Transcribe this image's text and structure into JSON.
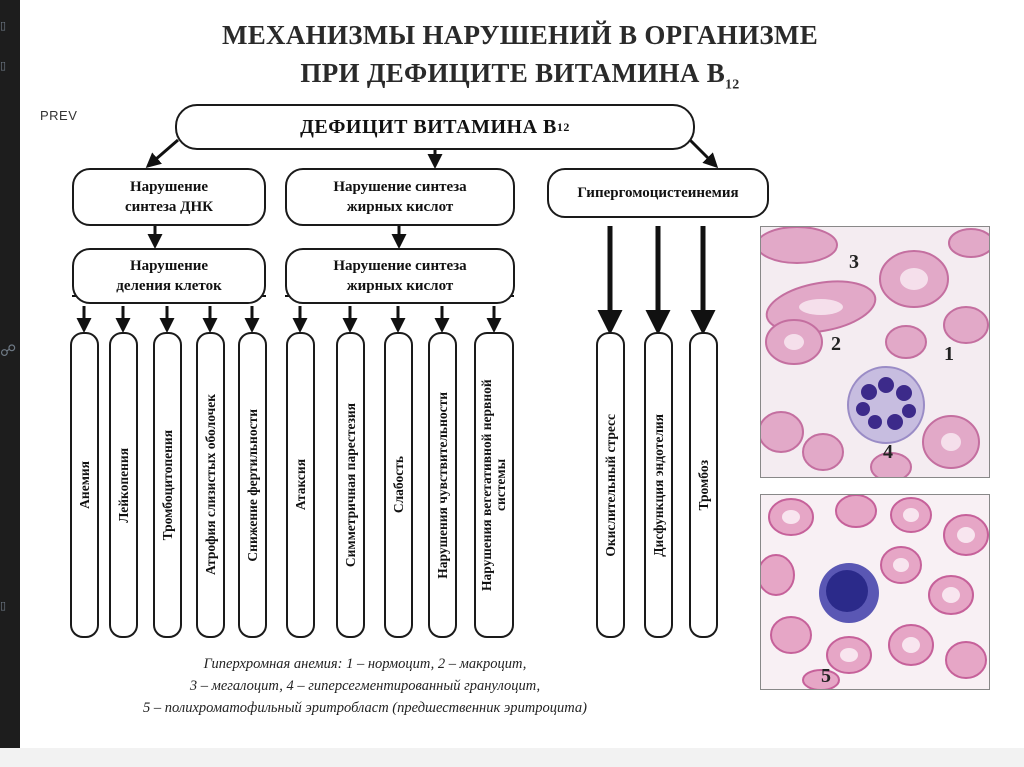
{
  "prev_label": "PREV",
  "title": {
    "line1": "МЕХАНИЗМЫ НАРУШЕНИЙ В ОРГАНИЗМЕ",
    "line2": "ПРИ ДЕФИЦИТЕ ВИТАМИНА B",
    "line2_sub": "12"
  },
  "root": {
    "label": "ДЕФИЦИТ ВИТАМИНА B",
    "sub": "12"
  },
  "level1": {
    "dna": "Нарушение синтеза ДНК",
    "fatty": "Нарушение синтеза жирных кислот",
    "homo": "Гипергомоцистеинемия"
  },
  "level2": {
    "division": "Нарушение деления клеток",
    "fatty": "Нарушение синтеза жирных кислот"
  },
  "outcomes": {
    "anemia": "Анемия",
    "leukopenia": "Лейкопения",
    "thrombocytopenia": "Тромбоцитопения",
    "mucosa": "Атрофия слизистых оболочек",
    "fertility": "Снижение фертильности",
    "ataxia": "Атаксия",
    "paresthesia": "Симметричная парестезия",
    "weakness": "Слабость",
    "sensitivity": "Нарушения чувствительности",
    "autonomic": "Нарушения вегетативной нервной системы",
    "oxidative": "Окислительный стресс",
    "endothelium": "Дисфункция эндотелия",
    "thrombosis": "Тромбоз"
  },
  "caption": {
    "line1": "Гиперхромная анемия: 1 – нормоцит, 2 – макроцит,",
    "line2": "3 – мегалоцит, 4 – гиперсегментированный гранулоцит,",
    "line3": "5 – полихроматофильный эритробласт (предшественник эритроцита)"
  },
  "photo_labels": {
    "n1": "1",
    "n2": "2",
    "n3": "3",
    "n4": "4",
    "n5": "5"
  }
}
